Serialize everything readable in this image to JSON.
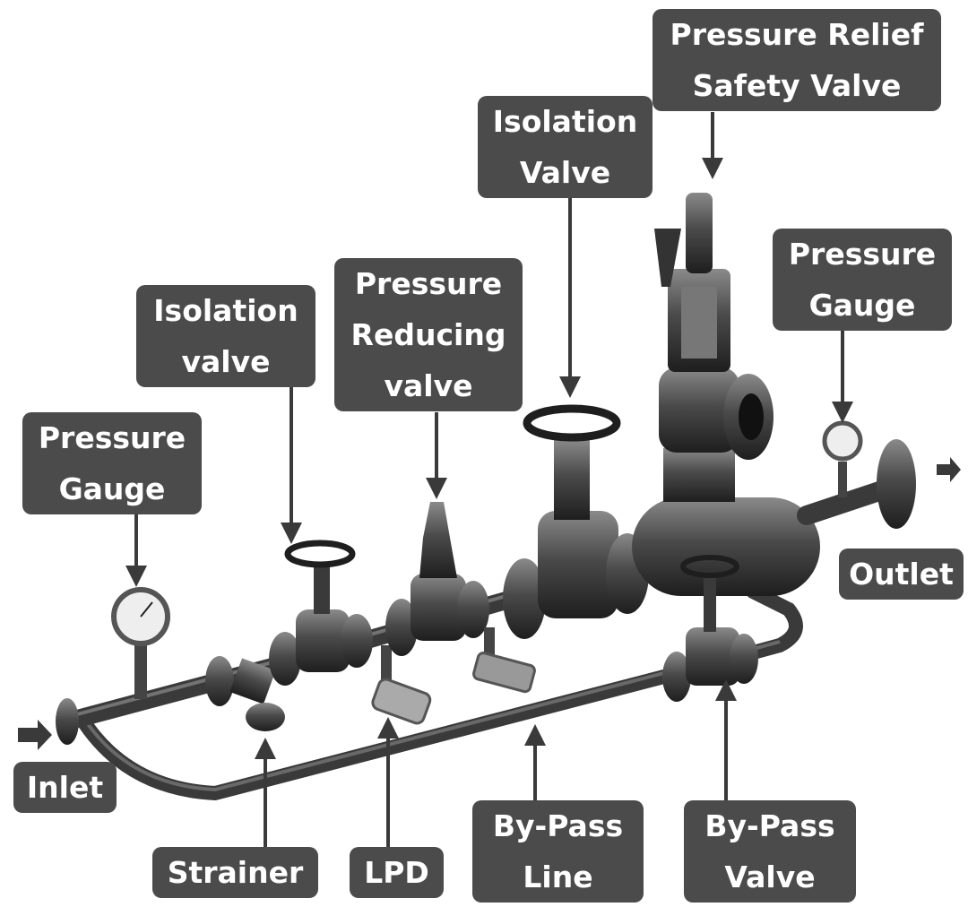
{
  "labels": {
    "relief_valve": [
      "Pressure Relief",
      "Safety Valve"
    ],
    "isolation_valve_right": [
      "Isolation",
      "Valve"
    ],
    "pressure_gauge_right": [
      "Pressure",
      "Gauge"
    ],
    "pressure_reducing_valve": [
      "Pressure",
      "Reducing",
      "valve"
    ],
    "isolation_valve_left": [
      "Isolation",
      "valve"
    ],
    "pressure_gauge_left": [
      "Pressure",
      "Gauge"
    ],
    "outlet": "Outlet",
    "inlet": "Inlet",
    "strainer": "Strainer",
    "lpd": "LPD",
    "bypass_line": [
      "By-Pass",
      "Line"
    ],
    "bypass_valve": [
      "By-Pass",
      "Valve"
    ]
  },
  "colors": {
    "label_bg": "#4b4b4b",
    "label_text": "#ffffff",
    "pipe": "#3a3a3a",
    "arrow": "#3a3a3a"
  }
}
